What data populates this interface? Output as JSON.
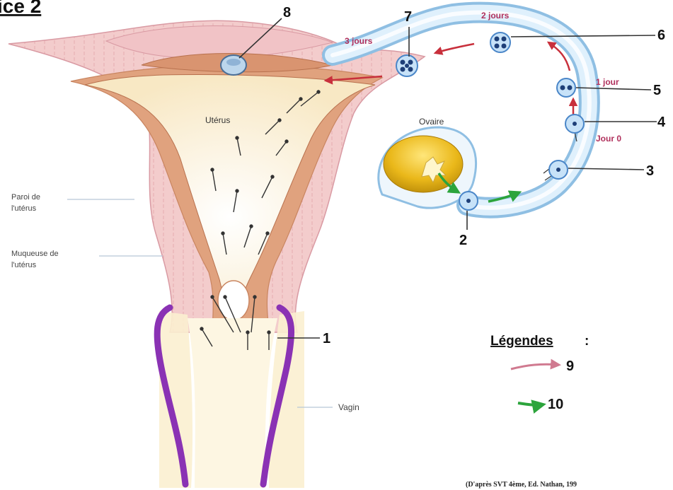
{
  "header": {
    "exercise_title": "ice 2"
  },
  "labels": {
    "uterus": "Utérus",
    "ovary": "Ovaire",
    "uterus_wall": [
      "Paroi de",
      "l'utérus"
    ],
    "uterus_mucosa": [
      "Muqueuse de",
      "l'utérus"
    ],
    "vagina": "Vagin"
  },
  "days": {
    "day0": "Jour 0",
    "day1": "1 jour",
    "day2": "2 jours",
    "day3": "3 jours"
  },
  "numbers": [
    "1",
    "2",
    "3",
    "4",
    "5",
    "6",
    "7",
    "8",
    "9",
    "10"
  ],
  "legend": {
    "title": "Légendes",
    "colon": ":",
    "items": [
      {
        "number": "9",
        "color": "#d07a90"
      },
      {
        "number": "10",
        "color": "#2ca43c"
      }
    ]
  },
  "source": "(D'après SVT 4ème, Ed. Nathan, 199",
  "colors": {
    "uterus_wall": "#f1c6c6",
    "mucosa": "#e0a27e",
    "cavity": "#fbf2d2",
    "cervix": "#8a32b4",
    "tube": "#bfe0f7",
    "ovary": "#e8b418",
    "day_label": "#b0305c",
    "red_arrow": "#c8303c",
    "green_arrow": "#2ca43c"
  }
}
